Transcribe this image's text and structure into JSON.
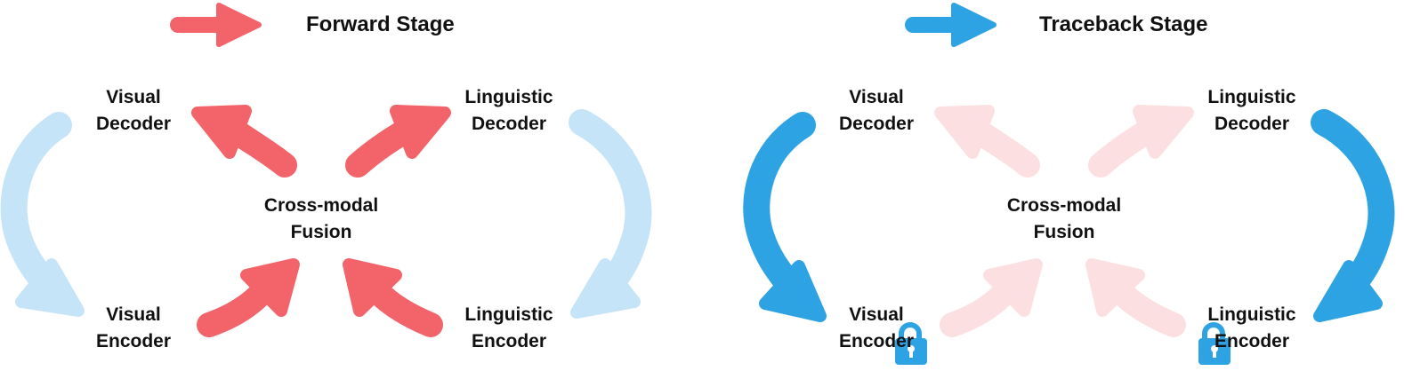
{
  "legend": {
    "forward": {
      "label": "Forward Stage",
      "color": "#f2636a"
    },
    "traceback": {
      "label": "Traceback Stage",
      "color": "#2ea3e3"
    }
  },
  "forward_panel": {
    "visual_decoder": {
      "line1": "Visual",
      "line2": "Decoder"
    },
    "linguistic_decoder": {
      "line1": "Linguistic",
      "line2": "Decoder"
    },
    "fusion": {
      "line1": "Cross-modal",
      "line2": "Fusion"
    },
    "visual_encoder": {
      "line1": "Visual",
      "line2": "Encoder"
    },
    "linguistic_encoder": {
      "line1": "Linguistic",
      "line2": "Encoder"
    }
  },
  "traceback_panel": {
    "visual_decoder": {
      "line1": "Visual",
      "line2": "Decoder"
    },
    "linguistic_decoder": {
      "line1": "Linguistic",
      "line2": "Decoder"
    },
    "fusion": {
      "line1": "Cross-modal",
      "line2": "Fusion"
    },
    "visual_encoder": {
      "line1": "Visual",
      "line2": "Encoder",
      "locked": true
    },
    "linguistic_encoder": {
      "line1": "Linguistic",
      "line2": "Encoder",
      "locked": true
    }
  },
  "colors": {
    "forward_arrow": "#f2636a",
    "traceback_arrow": "#2ea3e3",
    "faded_blue": "#c5e4f7",
    "faded_red": "#fce0e1",
    "lock": "#2ea3e3",
    "text": "#111111"
  },
  "icons": [
    "arrow-right-icon",
    "curved-arrow-icon",
    "lock-icon"
  ]
}
